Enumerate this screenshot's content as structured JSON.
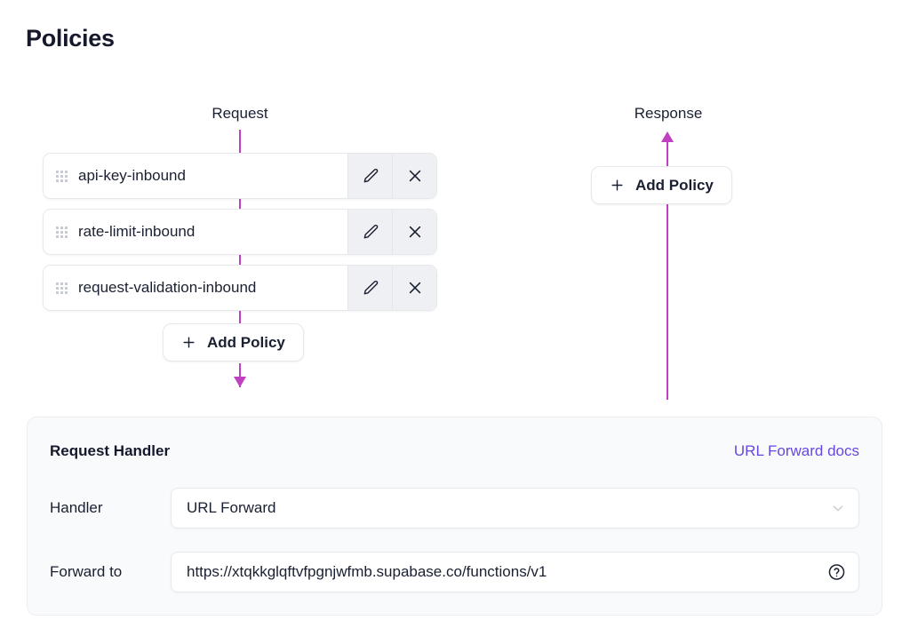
{
  "page": {
    "title": "Policies"
  },
  "flow": {
    "request_label": "Request",
    "response_label": "Response",
    "line_color": "#c13fc1"
  },
  "policies": {
    "request": [
      {
        "name": "api-key-inbound",
        "edit_icon": "pencil-icon",
        "remove_icon": "close-icon"
      },
      {
        "name": "rate-limit-inbound",
        "edit_icon": "pencil-icon",
        "remove_icon": "close-icon"
      },
      {
        "name": "request-validation-inbound",
        "edit_icon": "pencil-icon",
        "remove_icon": "close-icon"
      }
    ],
    "add_request_label": "Add Policy",
    "add_response_label": "Add Policy",
    "add_icon": "plus-icon",
    "drag_icon": "drag-handle-icon"
  },
  "handler_card": {
    "title": "Request Handler",
    "docs_link": "URL Forward docs",
    "docs_link_color": "#6748e0",
    "handler_label": "Handler",
    "handler_value": "URL Forward",
    "handler_chevron_icon": "chevron-down-icon",
    "forward_label": "Forward to",
    "forward_value": "https://xtqkkglqftvfpgnjwfmb.supabase.co/functions/v1",
    "forward_help_icon": "help-circle-icon"
  }
}
